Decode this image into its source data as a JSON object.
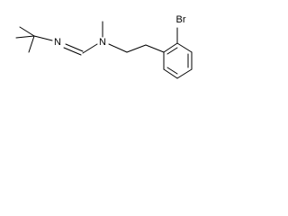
{
  "molecule": {
    "atoms": {
      "n_imine": "N",
      "n_amine": "N",
      "br": "Br"
    }
  }
}
